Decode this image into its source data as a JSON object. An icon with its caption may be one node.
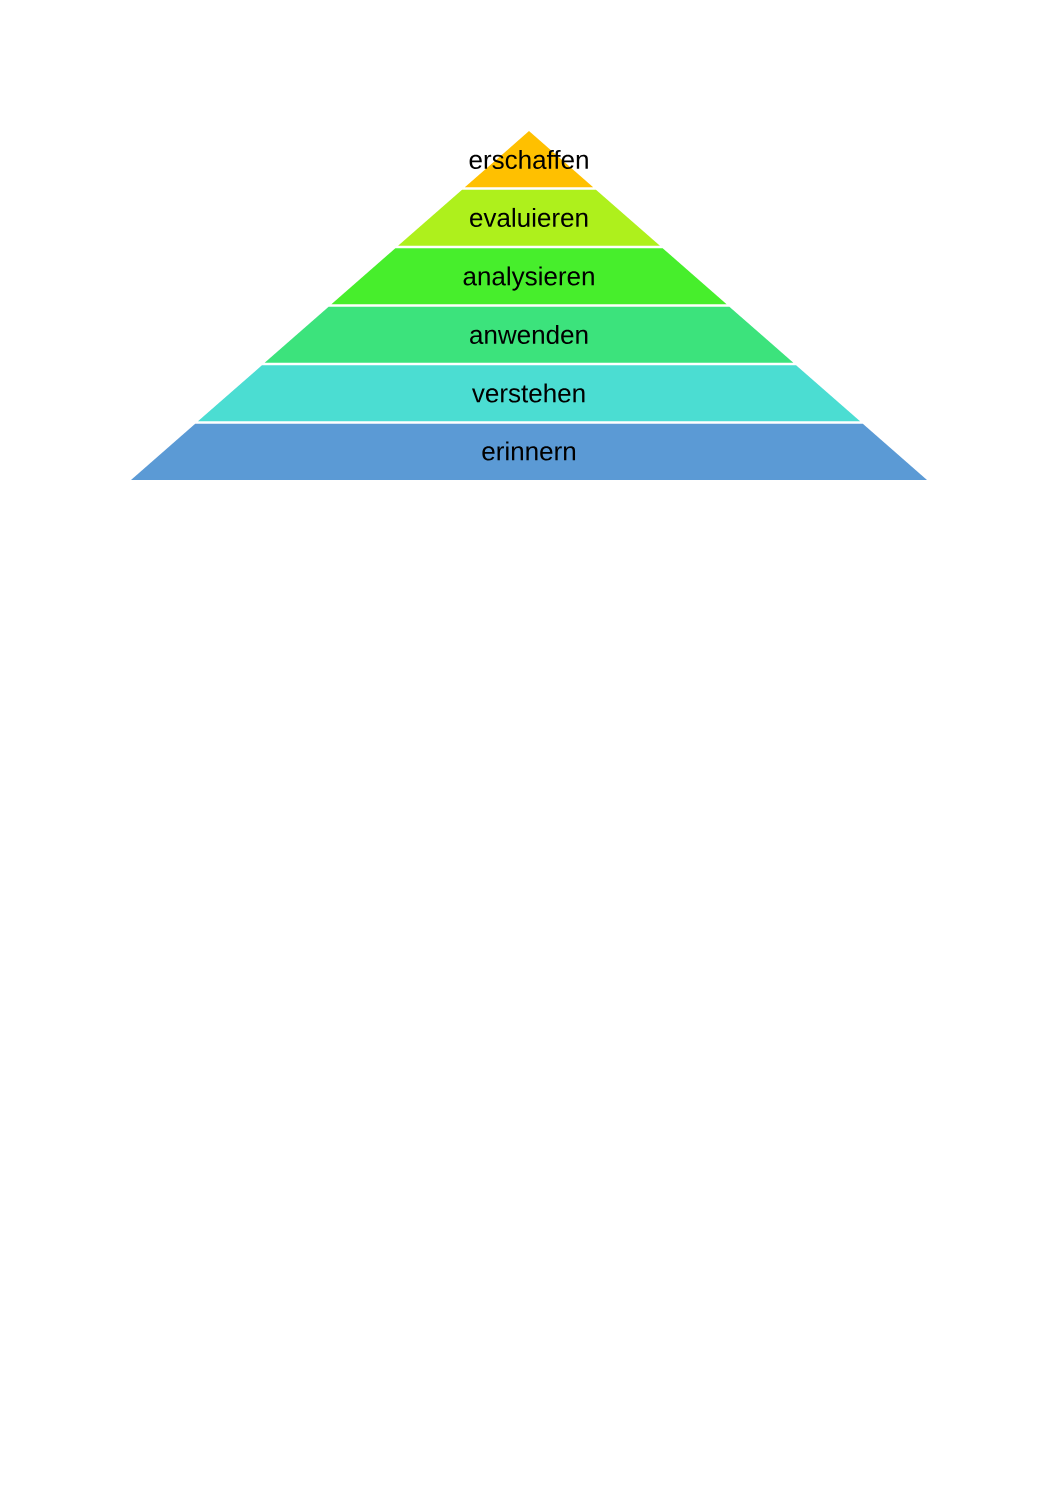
{
  "diagram": {
    "nodes": [
      {
        "text": [
          "erschaffen"
        ]
      },
      {
        "text": [
          "evaluieren"
        ]
      },
      {
        "text": [
          "analysieren"
        ]
      },
      {
        "text": [
          "anwenden"
        ]
      },
      {
        "text": [
          "verstehen"
        ]
      },
      {
        "text": [
          "erinnern"
        ]
      }
    ]
  }
}
